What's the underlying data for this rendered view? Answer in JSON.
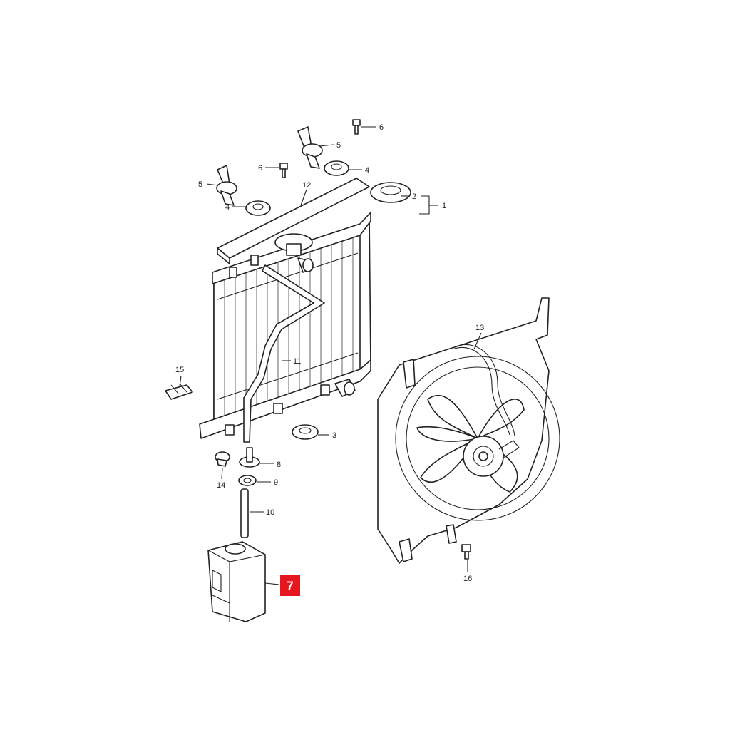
{
  "callouts": [
    {
      "id": "c1",
      "label": "1"
    },
    {
      "id": "c2",
      "label": "2"
    },
    {
      "id": "c3",
      "label": "3"
    },
    {
      "id": "c4a",
      "label": "4"
    },
    {
      "id": "c4b",
      "label": "4"
    },
    {
      "id": "c5a",
      "label": "5"
    },
    {
      "id": "c5b",
      "label": "5"
    },
    {
      "id": "c6a",
      "label": "6"
    },
    {
      "id": "c6b",
      "label": "6"
    },
    {
      "id": "c8",
      "label": "8"
    },
    {
      "id": "c9",
      "label": "9"
    },
    {
      "id": "c10",
      "label": "10"
    },
    {
      "id": "c11",
      "label": "11"
    },
    {
      "id": "c12",
      "label": "12"
    },
    {
      "id": "c13",
      "label": "13"
    },
    {
      "id": "c14",
      "label": "14"
    },
    {
      "id": "c15",
      "label": "15"
    },
    {
      "id": "c16",
      "label": "16"
    }
  ],
  "highlight": {
    "label": "7",
    "color": "#e5161d"
  }
}
